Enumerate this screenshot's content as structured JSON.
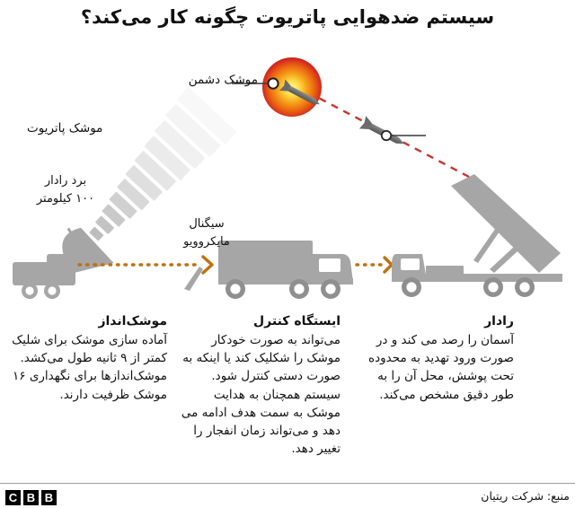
{
  "title": "سیستم ضدهوایی پاتریوت چگونه کار می‌کند؟",
  "callouts": {
    "enemy_missile": "موشک دشمن",
    "patriot_missile": "موشک پاتریوت"
  },
  "notes": {
    "radar_range": "برد رادار\n۱۰۰ کیلومتر",
    "radar_range_line1": "برد رادار",
    "radar_range_line2": "۱۰۰ کیلومتر",
    "microwave_signal_line1": "سیگنال",
    "microwave_signal_line2": "مایکروویو"
  },
  "columns": [
    {
      "id": "launcher",
      "heading": "موشک‌انداز",
      "body": "آماده سازی موشک برای شلیک کمتر از ۹ ثانیه طول می‌کشد. موشک‌اندازها برای نگهداری ۱۶ موشک ظرفیت دارند."
    },
    {
      "id": "control-station",
      "heading": "ایستگاه کنترل",
      "body": "می‌تواند به صورت خودکار موشک را شکلیک کند یا اینکه به صورت دستی کنترل شود. سیستم همچنان به هدایت موشک به سمت هدف ادامه می دهد و می‌تواند زمان انفجار را تغییر دهد."
    },
    {
      "id": "radar",
      "heading": "رادار",
      "body": "آسمان را رصد می کند و در صورت ورود تهدید به محدوده تحت پوشش، محل آن را به طور دقیق مشخص می‌کند."
    }
  ],
  "footer": {
    "logo_letters": [
      "B",
      "B",
      "C"
    ],
    "source": "منبع: شرکت ریتیان"
  },
  "colors": {
    "vehicle_gray": "#a6a6a6",
    "beam_gray": "#c9c9c9",
    "signal_orange": "#c0700f",
    "trajectory_red": "#c8342b",
    "explosion_center": "#ffe14d",
    "explosion_mid": "#f08b15",
    "explosion_edge": "#d5281d",
    "missile_gray": "#7b7b7b",
    "text_black": "#111111",
    "divider_gray": "#9a9a9a",
    "background": "#ffffff"
  }
}
